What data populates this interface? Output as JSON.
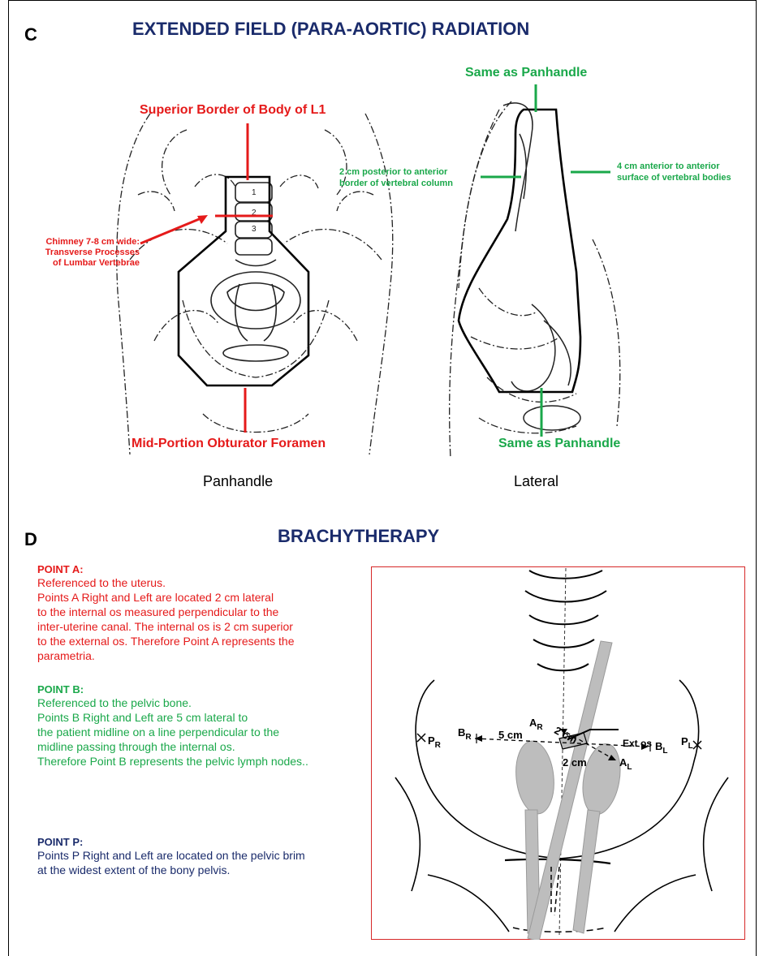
{
  "panel_c": {
    "letter": "C",
    "title": "EXTENDED FIELD (PARA-AORTIC) RADIATION",
    "labels": {
      "superior_border": "Superior Border of Body of L1",
      "chimney_line1": "Chimney 7-8 cm wide:",
      "chimney_line2": "Transverse Processes",
      "chimney_line3": "of Lumbar Vertebrae",
      "mid_obturator": "Mid-Portion Obturator Foramen",
      "same_top": "Same as Panhandle",
      "posterior_line1": "2 cm posterior to anterior",
      "posterior_line2": "border of vertebral column",
      "anterior_line1": "4 cm anterior to anterior",
      "anterior_line2": "surface of vertebral bodies",
      "same_bottom": "Same as Panhandle"
    },
    "vertebra_numbers": [
      "1",
      "2",
      "3"
    ],
    "views": {
      "left": "Panhandle",
      "right": "Lateral"
    },
    "colors": {
      "red": "#e51a1a",
      "green": "#1aa84a",
      "navy": "#1a2b6b"
    }
  },
  "panel_d": {
    "letter": "D",
    "title": "BRACHYTHERAPY",
    "point_a": {
      "heading": "POINT A:",
      "lines": [
        "Referenced to the uterus.",
        "Points A Right and Left are located 2 cm lateral",
        "to the internal os measured perpendicular to the",
        "inter-uterine canal. The internal os is 2 cm superior",
        "to the external os. Therefore Point A represents the",
        "parametria."
      ]
    },
    "point_b": {
      "heading": "POINT B:",
      "lines": [
        "Referenced to the pelvic bone.",
        "Points B Right and Left are 5 cm lateral to",
        "the patient midline on a line perpendicular to the",
        "midline passing through the internal os.",
        "Therefore Point B represents the pelvic lymph nodes.."
      ]
    },
    "point_p": {
      "heading": "POINT P:",
      "lines": [
        "Points P Right and Left are located on the pelvic brim",
        "at the widest extent of the bony pelvis."
      ]
    },
    "diagram": {
      "p_letter": "P",
      "b_letter": "B",
      "a_letter": "A",
      "sub_r": "R",
      "sub_l": "L",
      "five_cm": "5 cm",
      "two_cm_diag": "2 cm",
      "two_cm": "2 cm",
      "ext_os": "Ext os"
    }
  }
}
